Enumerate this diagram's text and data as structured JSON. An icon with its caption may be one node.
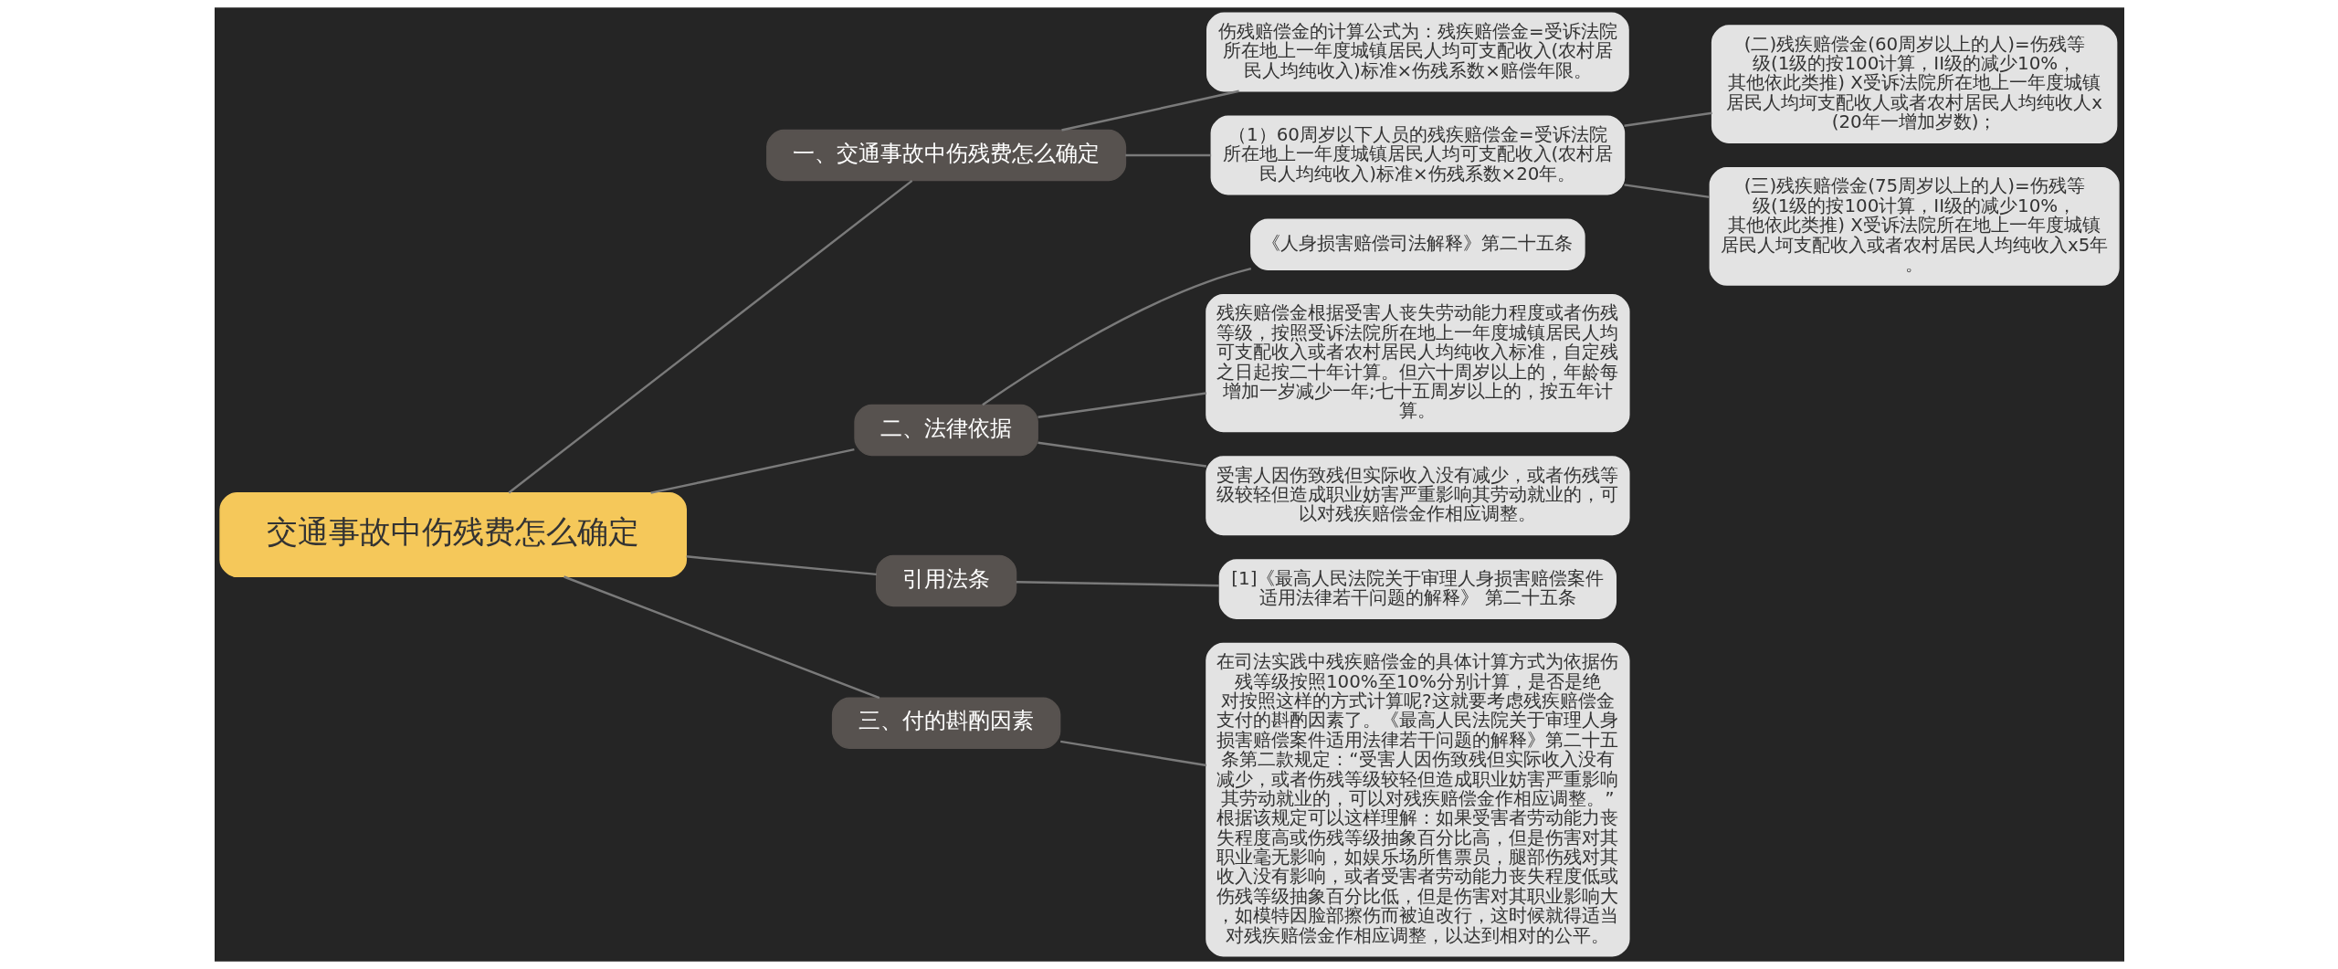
{
  "diagram": {
    "nodes": [
      {
        "text": [
          "交通事故中伤残费怎么确定"
        ]
      },
      {
        "text": [
          "一、交通事故中伤残费怎么确定"
        ]
      },
      {
        "text": [
          "伤残赔偿金的计算公式为：残疾赔偿金=受诉法院所在地上一年度城镇居民人均可支配收入(农村居民人均纯收入)标准×伤残系数×赔偿年限。"
        ]
      },
      {
        "text": [
          "（1）60周岁以下人员的残疾赔偿金=受诉法院所在地上一年度城镇居民人均可支配收入(农村居民人均纯收入)标准×伤残系数×20年。"
        ]
      },
      {
        "text": [
          "(二)残疾赔偿金(60周岁以上的人)=伤残等级(1级的按100计算，II级的减少10%，其他依此类推) X受诉法院所在地上一年度城镇居民人均坷支配收人或者农村居民人均纯收人x (20年一增加岁数)；"
        ]
      },
      {
        "text": [
          "(三)残疾赔偿金(75周岁以上的人)=伤残等级(1级的按100计算，II级的减少10%，其他依此类推) X受诉法院所在地上一年度城镇居民人坷支配收入或者农村居民人均纯收入x5年。"
        ]
      },
      {
        "text": [
          "二、法律依据"
        ]
      },
      {
        "text": [
          "《人身损害赔偿司法解释》第二十五条"
        ]
      },
      {
        "text": [
          "残疾赔偿金根据受害人丧失劳动能力程度或者伤残等级，按照受诉法院所在地上一年度城镇居民人均可支配收入或者农村居民人均纯收入标准，自定残之日起按二十年计算。但六十周岁以上的，年龄每增加一岁减少一年;七十五周岁以上的，按五年计算。"
        ]
      },
      {
        "text": [
          "受害人因伤致残但实际收入没有减少，或者伤残等级较轻但造成职业妨害严重影响其劳动就业的，可以对残疾赔偿金作相应调整。"
        ]
      },
      {
        "text": [
          "引用法条"
        ]
      },
      {
        "text": [
          "[1]《最高人民法院关于审理人身损害赔偿案件适用法律若干问题的解释》 第二十五条"
        ]
      },
      {
        "text": [
          "三、付的斟酌因素"
        ]
      },
      {
        "text": [
          "在司法实践中残疾赔偿金的具体计算方式为依据伤残等级按照100%至10%分别计算，是否是绝对按照这样的方式计算呢?这就要考虑残疾赔偿金支付的斟酌因素了。《最高人民法院关于审理人身损害赔偿案件适用法律若干问题的解释》第二十五条第二款规定：“受害人因伤致残但实际收入没有减少，或者伤残等级较轻但造成职业妨害严重影响其劳动就业的，可以对残疾赔偿金作相应调整。”根据该规定可以这样理解：如果受害者劳动能力丧失程度高或伤残等级抽象百分比高，但是伤害对其职业毫无影响，如娱乐场所售票员，腿部伤残对其收入没有影响，或者受害者劳动能力丧失程度低或伤残等级抽象百分比低，但是伤害对其职业影响大，如模特因脸部擦伤而被迫改行，这时候就得适当对残疾赔偿金作相应调整，以达到相对的公平。"
        ]
      }
    ],
    "edges": [
      {
        "from": 0,
        "to": 1,
        "arrow": "none"
      },
      {
        "from": 1,
        "to": 2,
        "arrow": "none"
      },
      {
        "from": 1,
        "to": 3,
        "arrow": "none"
      },
      {
        "from": 3,
        "to": 4,
        "arrow": "none"
      },
      {
        "from": 3,
        "to": 5,
        "arrow": "none"
      },
      {
        "from": 0,
        "to": 6,
        "arrow": "none"
      },
      {
        "from": 6,
        "to": 7,
        "arrow": "none"
      },
      {
        "from": 6,
        "to": 8,
        "arrow": "none"
      },
      {
        "from": 6,
        "to": 9,
        "arrow": "none"
      },
      {
        "from": 0,
        "to": 10,
        "arrow": "none"
      },
      {
        "from": 10,
        "to": 11,
        "arrow": "none"
      },
      {
        "from": 0,
        "to": 12,
        "arrow": "none"
      },
      {
        "from": 12,
        "to": 13,
        "arrow": "none"
      }
    ]
  }
}
